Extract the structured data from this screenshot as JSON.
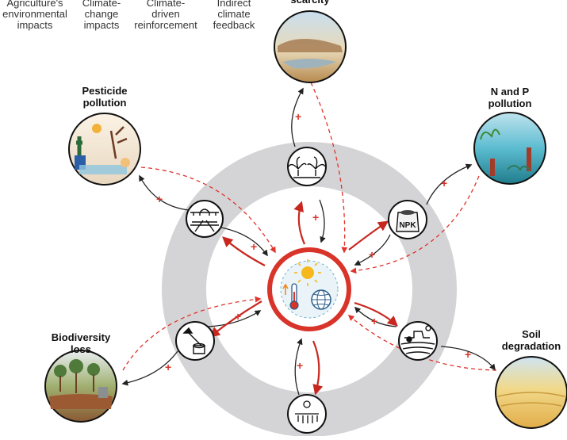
{
  "legend": [
    {
      "lines": [
        "Agriculture's",
        "environmental",
        "impacts"
      ]
    },
    {
      "lines": [
        "Climate-",
        "change",
        "impacts"
      ]
    },
    {
      "lines": [
        "Climate-",
        "driven",
        "reinforcement"
      ]
    },
    {
      "lines": [
        "Indirect",
        "climate",
        "feedback"
      ]
    }
  ],
  "outcomes": {
    "water": {
      "lines": [
        "scarcity"
      ]
    },
    "pesticide": {
      "lines": [
        "Pesticide",
        "pollution"
      ]
    },
    "np": {
      "lines": [
        "N and P",
        "pollution"
      ]
    },
    "biodiversity": {
      "lines": [
        "Biodiversity",
        "loss"
      ]
    },
    "soil": {
      "lines": [
        "Soil",
        "degradation"
      ]
    }
  },
  "practices": {
    "fertilizer_bag_text": "NPK"
  },
  "sign": "+",
  "colors": {
    "ring": "#d4d4d6",
    "center_ring": "#d8342a",
    "arrow_red": "#c8271f",
    "arrow_black": "#222222",
    "dashed_red": "#e0332b"
  }
}
